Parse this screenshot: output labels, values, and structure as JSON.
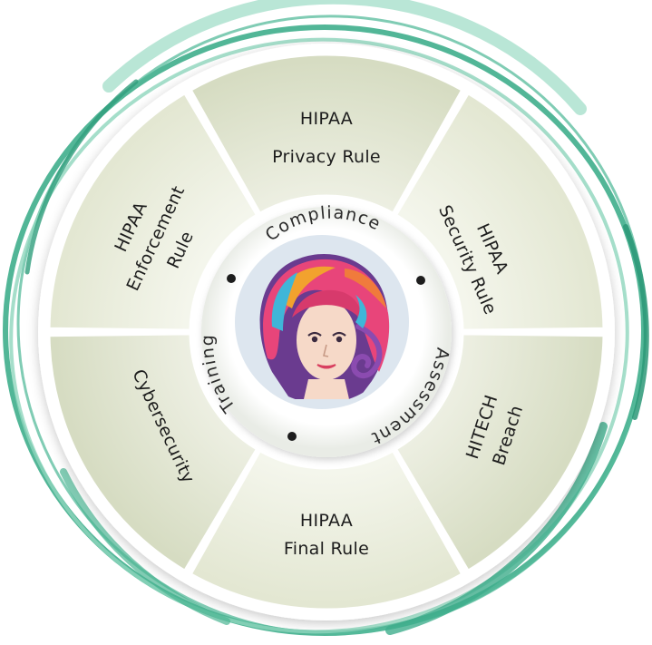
{
  "diagram": {
    "center_ring": {
      "labels": [
        "Compliance",
        "Assessment",
        "Training"
      ]
    },
    "segments": [
      {
        "lines": [
          "HIPAA",
          "Privacy Rule"
        ]
      },
      {
        "lines": [
          "HIPAA",
          "Security Rule"
        ]
      },
      {
        "lines": [
          "HITECH",
          "Breach"
        ]
      },
      {
        "lines": [
          "HIPAA",
          "Final Rule"
        ]
      },
      {
        "lines": [
          "Cybersecurity"
        ]
      },
      {
        "lines": [
          "HIPAA",
          "Enforcement",
          "Rule"
        ]
      }
    ],
    "center_icon": "woman-portrait-icon",
    "colors": {
      "ring_teal": "#3fae8c",
      "ring_teal_light": "#9fdcc6",
      "segment_light": "#f2f3e8",
      "segment_dark": "#d2d8bd",
      "center_disc": "#dde6ef",
      "text": "#1d1d1d"
    }
  }
}
